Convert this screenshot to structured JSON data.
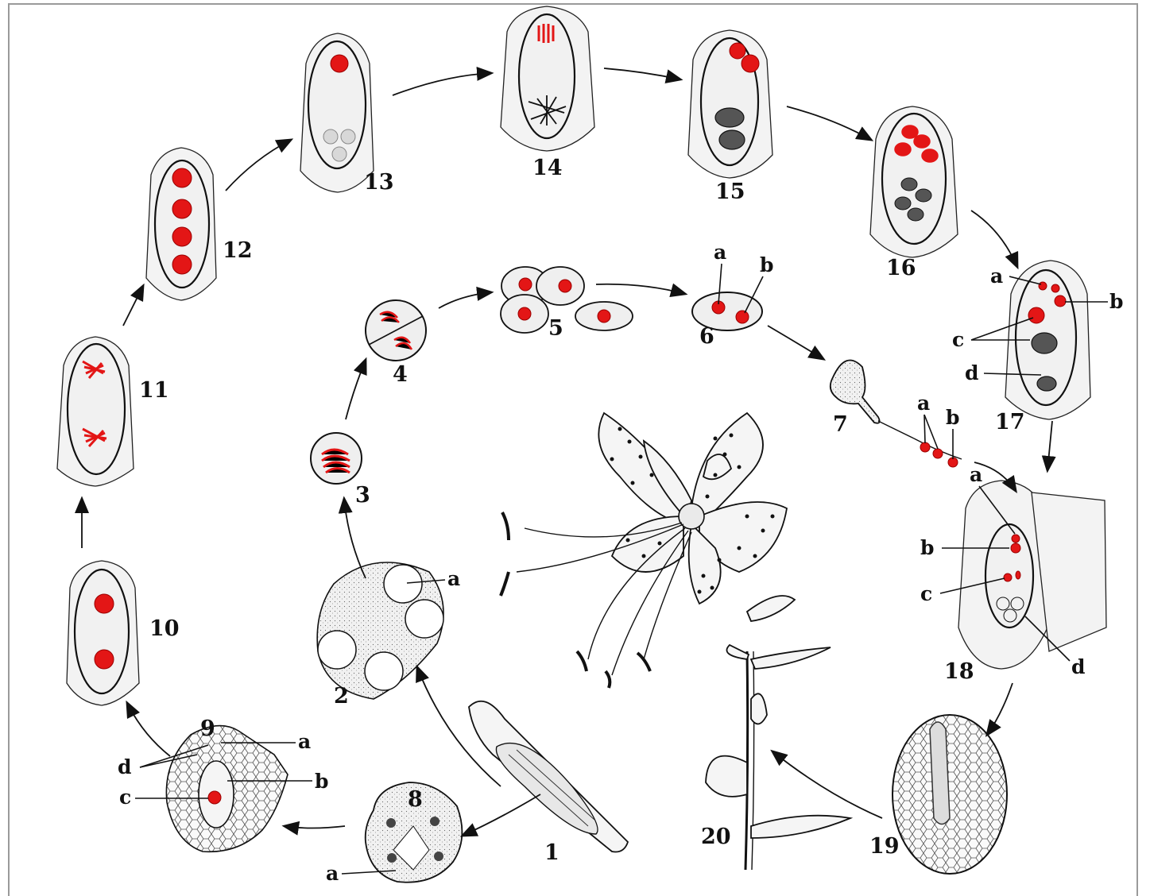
{
  "stage_numbers": [
    "1",
    "2",
    "3",
    "4",
    "5",
    "6",
    "7",
    "8",
    "9",
    "10",
    "11",
    "12",
    "13",
    "14",
    "15",
    "16",
    "17",
    "18",
    "19",
    "20"
  ],
  "part_letters": {
    "a": "a",
    "b": "b",
    "c": "c",
    "d": "d"
  },
  "colors": {
    "nucleus_red": "#e31616",
    "outline": "#111111",
    "cytoplasm": "#f1f1f1",
    "frame": "#9a9a9a"
  }
}
